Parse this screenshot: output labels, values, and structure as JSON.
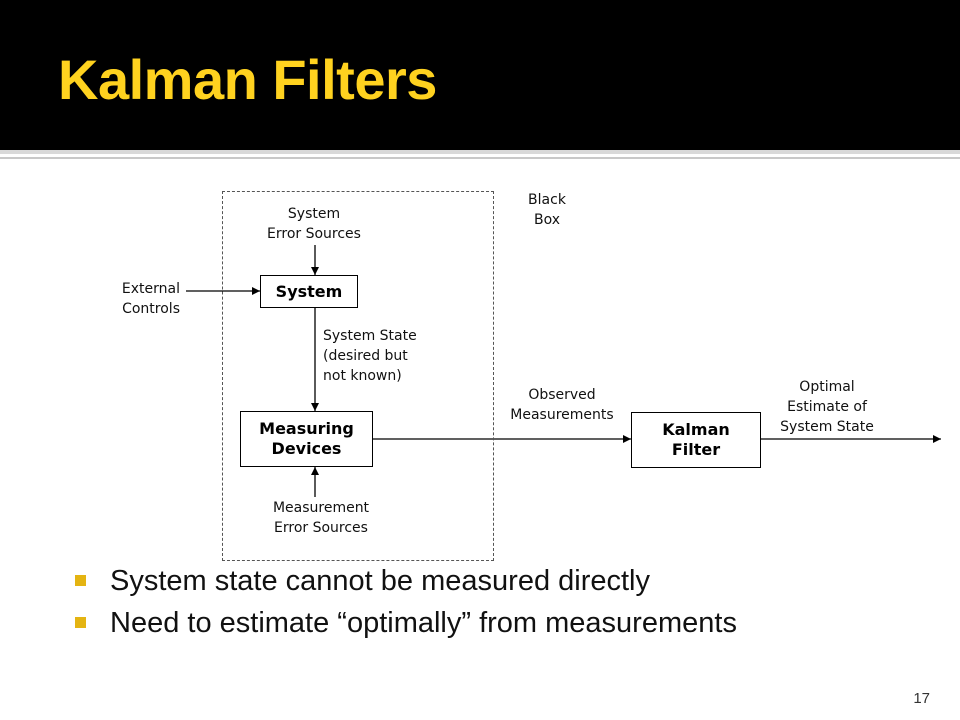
{
  "slide": {
    "title": "Kalman Filters",
    "page_number": "17"
  },
  "diagram": {
    "black_box_label": "Black\nBox",
    "system_box": "System",
    "measuring_box": "Measuring\nDevices",
    "kalman_box": "Kalman\nFilter",
    "system_error_sources": "System\nError Sources",
    "external_controls": "External\nControls",
    "system_state": "System State\n(desired but\nnot known)",
    "measurement_error_sources": "Measurement\nError Sources",
    "observed_measurements": "Observed\nMeasurements",
    "optimal_estimate": "Optimal\nEstimate of\nSystem State"
  },
  "bullets": [
    "System state cannot be measured directly",
    "Need to estimate “optimally” from measurements"
  ],
  "colors": {
    "header_bg": "#000000",
    "title": "#ffd21f",
    "bullet": "#e4b412"
  }
}
